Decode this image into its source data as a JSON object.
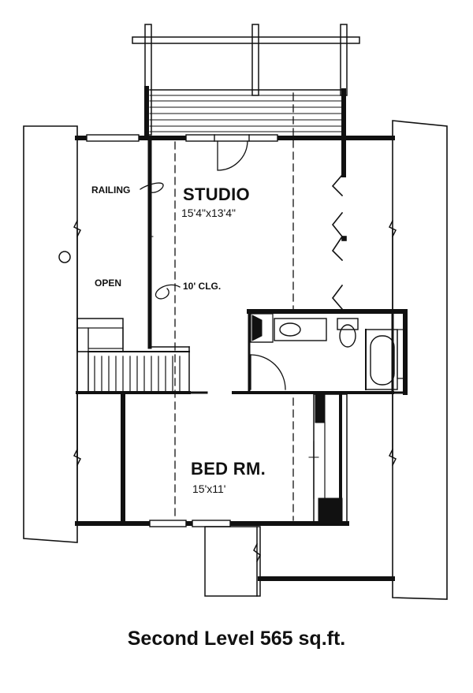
{
  "labels": {
    "studio_name": "STUDIO",
    "studio_dim": "15'4\"x13'4\"",
    "bed_name": "BED RM.",
    "bed_dim": "15'x11'",
    "railing": "RAILING",
    "open": "OPEN",
    "ceiling": "10' CLG."
  },
  "caption": "Second Level 565 sq.ft.",
  "colors": {
    "line": "#111111",
    "background": "#ffffff"
  }
}
